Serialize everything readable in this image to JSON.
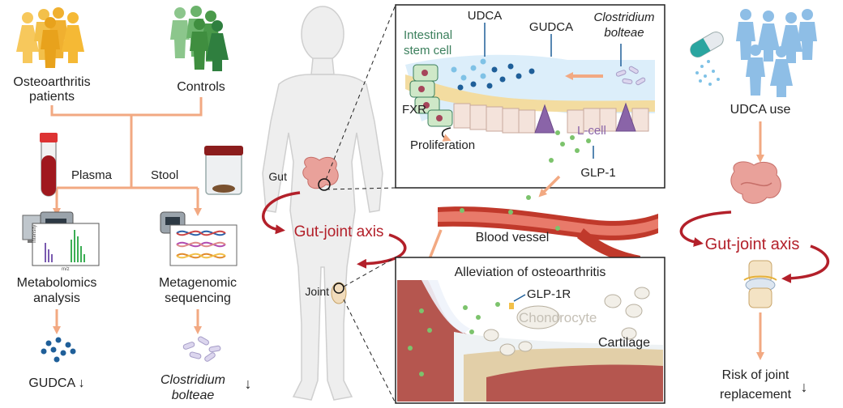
{
  "left": {
    "group_osteoarthritis": "Osteoarthritis patients",
    "group_osteoarthritis_l1": "Osteoarthritis",
    "group_osteoarthritis_l2": "patients",
    "group_controls": "Controls",
    "sample_plasma": "Plasma",
    "sample_stool": "Stool",
    "metabolomics_l1": "Metabolomics",
    "metabolomics_l2": "analysis",
    "metagenomic_l1": "Metagenomic",
    "metagenomic_l2": "sequencing",
    "result_gudca": "GUDCA ↓",
    "result_clostridium_l1": "Clostridium",
    "result_clostridium_l2": "bolteae",
    "result_down_arrow": "↓",
    "spectrum_y": "Intensity",
    "spectrum_x": "m/z"
  },
  "center": {
    "gut_label": "Gut",
    "joint_label": "Joint",
    "gut_joint_axis": "Gut-joint axis"
  },
  "gut_panel": {
    "udca": "UDCA",
    "gudca": "GUDCA",
    "clostridium_l1": "Clostridium",
    "clostridium_l2": "bolteae",
    "stem_cell_l1": "Intestinal",
    "stem_cell_l2": "stem cell",
    "fxr": "FXR",
    "proliferation": "Proliferation",
    "l_cell": "L-cell",
    "glp1": "GLP-1"
  },
  "vessel": {
    "label": "Blood vessel"
  },
  "joint_panel": {
    "title": "Alleviation of osteoarthritis",
    "glp1r": "GLP-1R",
    "chondrocyte": "Chondrocyte",
    "cartilage": "Cartilage"
  },
  "right": {
    "udca_use": "UDCA use",
    "gut_joint_axis": "Gut-joint axis",
    "risk_l1": "Risk of joint",
    "risk_l2": "replacement",
    "risk_arrow": "↓"
  },
  "colors": {
    "arrow_orange": "#f2a982",
    "axis_red": "#b3202a",
    "people_yellow": "#f5b935",
    "people_green": "#5aa55a",
    "people_blue": "#8ebee6",
    "dot_blue": "#1f5f99",
    "dot_light_blue": "#7fc2e6",
    "dot_green": "#7cc36c",
    "stem_green": "#3b7f5c",
    "lcell_purple": "#8a64a8"
  }
}
